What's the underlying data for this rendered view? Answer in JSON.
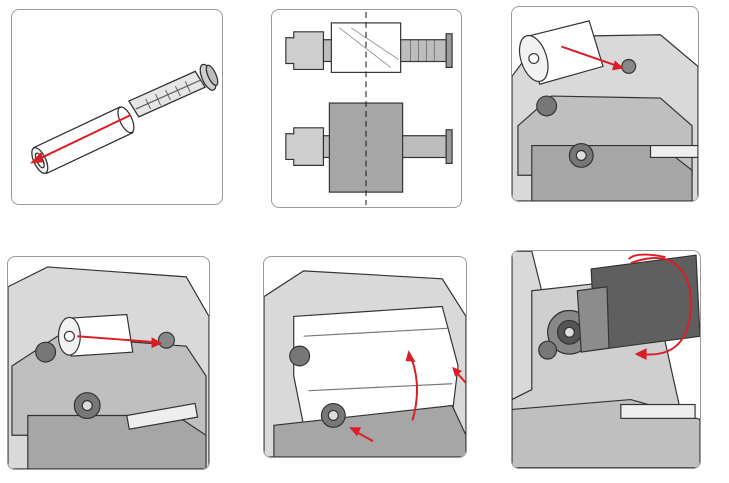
{
  "figure": {
    "panels": [
      {
        "id": "step-1"
      },
      {
        "id": "step-2"
      },
      {
        "id": "step-3"
      },
      {
        "id": "step-4"
      },
      {
        "id": "step-5"
      },
      {
        "id": "step-6"
      }
    ]
  },
  "colors": {
    "border": "#9a9a9a",
    "line": "#333333",
    "light_gray": "#d9d9d9",
    "mid_gray": "#a6a6a6",
    "dark_gray": "#5f5f5f",
    "ribbon": "#8c8c8c",
    "arrow": "#d81f26"
  },
  "icons": [
    "spindle-icon",
    "ribbon-roll-icon",
    "printer-mechanism-icon",
    "direction-arrow-icon",
    "center-line-icon"
  ]
}
